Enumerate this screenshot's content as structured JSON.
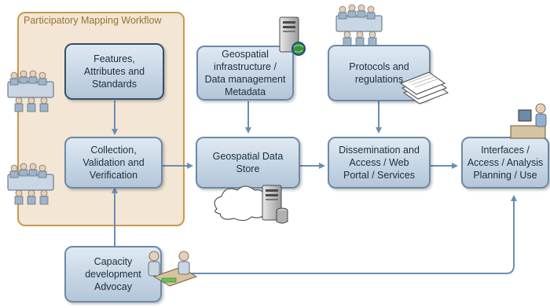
{
  "group": {
    "title": "Participatory Mapping Workflow"
  },
  "boxes": {
    "features": "Features,\nAttributes and\nStandards",
    "collection": "Collection,\nValidation and\nVerification",
    "geo_infra": "Geospatial\ninfrastructure /\nData management\nMetadata",
    "data_store": "Geospatial Data\nStore",
    "protocols": "Protocols and\nregulations",
    "dissemination": "Dissemination and\nAccess / Web\nPortal / Services",
    "interfaces": "Interfaces /\nAccess / Analysis\nPlanning / Use",
    "capacity": "Capacity\ndevelopment\nAdvocay"
  },
  "colors": {
    "box_fill": "#c8d7e6",
    "box_border": "#6d8aa6",
    "arrow": "#6a8fb4",
    "group_fill": "#f3e6d5",
    "group_border": "#c69a4e"
  },
  "icons": [
    "meeting-group-icon",
    "server-globe-icon",
    "server-database-icon",
    "cloud-icon",
    "documents-stack-icon",
    "desk-user-icon",
    "two-people-meeting-icon"
  ]
}
